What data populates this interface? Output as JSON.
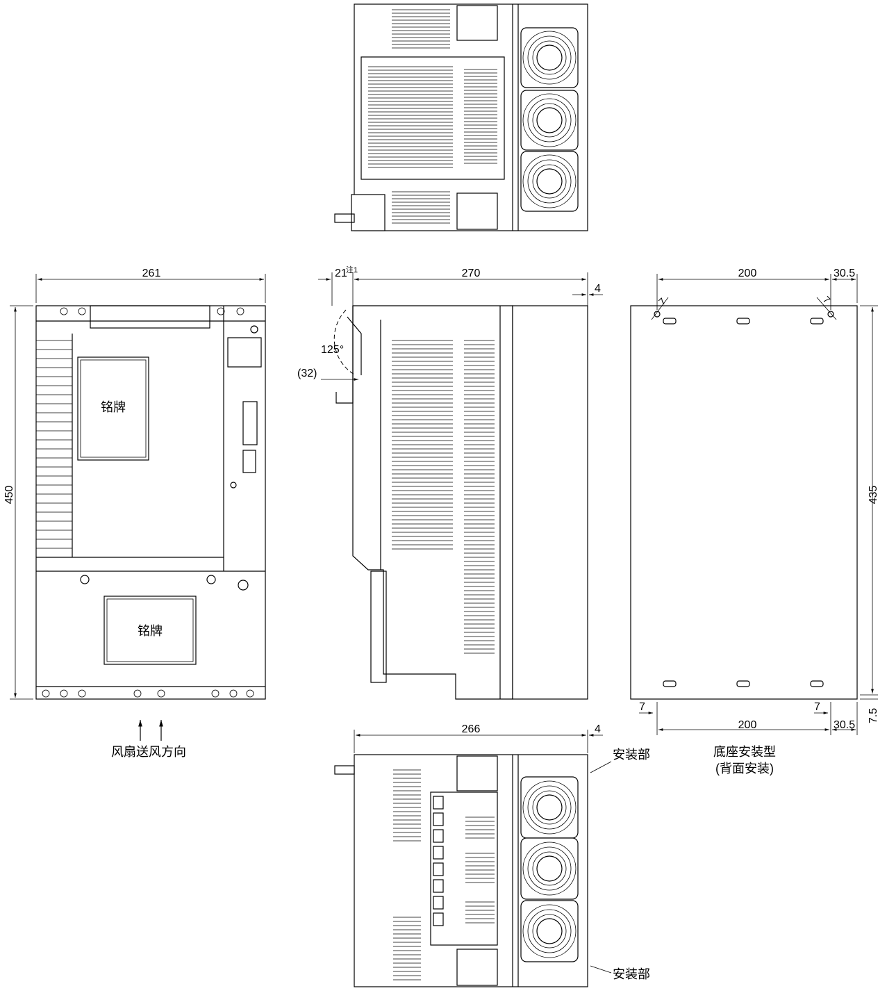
{
  "colors": {
    "line": "#000000",
    "background": "#ffffff"
  },
  "front_view": {
    "width_dim": "261",
    "height_dim": "450",
    "nameplate_top": "铭牌",
    "nameplate_bottom": "铭牌",
    "airflow_label": "风扇送风方向"
  },
  "side_view": {
    "handle_dim": "21",
    "handle_note": "注1",
    "depth_dim": "270",
    "offset_dim": "4",
    "angle_dim": "125°",
    "clearance_dim": "(32)"
  },
  "base_view": {
    "pitch_top": "200",
    "edge_top": "30.5",
    "hole_a": "7",
    "hole_b": "7",
    "height_dim": "435",
    "pitch_bottom": "200",
    "edge_bottom": "30.5",
    "foot_left": "7",
    "foot_right": "7",
    "foot_height": "7.5",
    "caption_line1": "底座安装型",
    "caption_line2": "(背面安装)"
  },
  "bottom_view": {
    "depth_dim": "266",
    "offset_dim": "4",
    "mount_top": "安装部",
    "mount_bottom": "安装部"
  }
}
